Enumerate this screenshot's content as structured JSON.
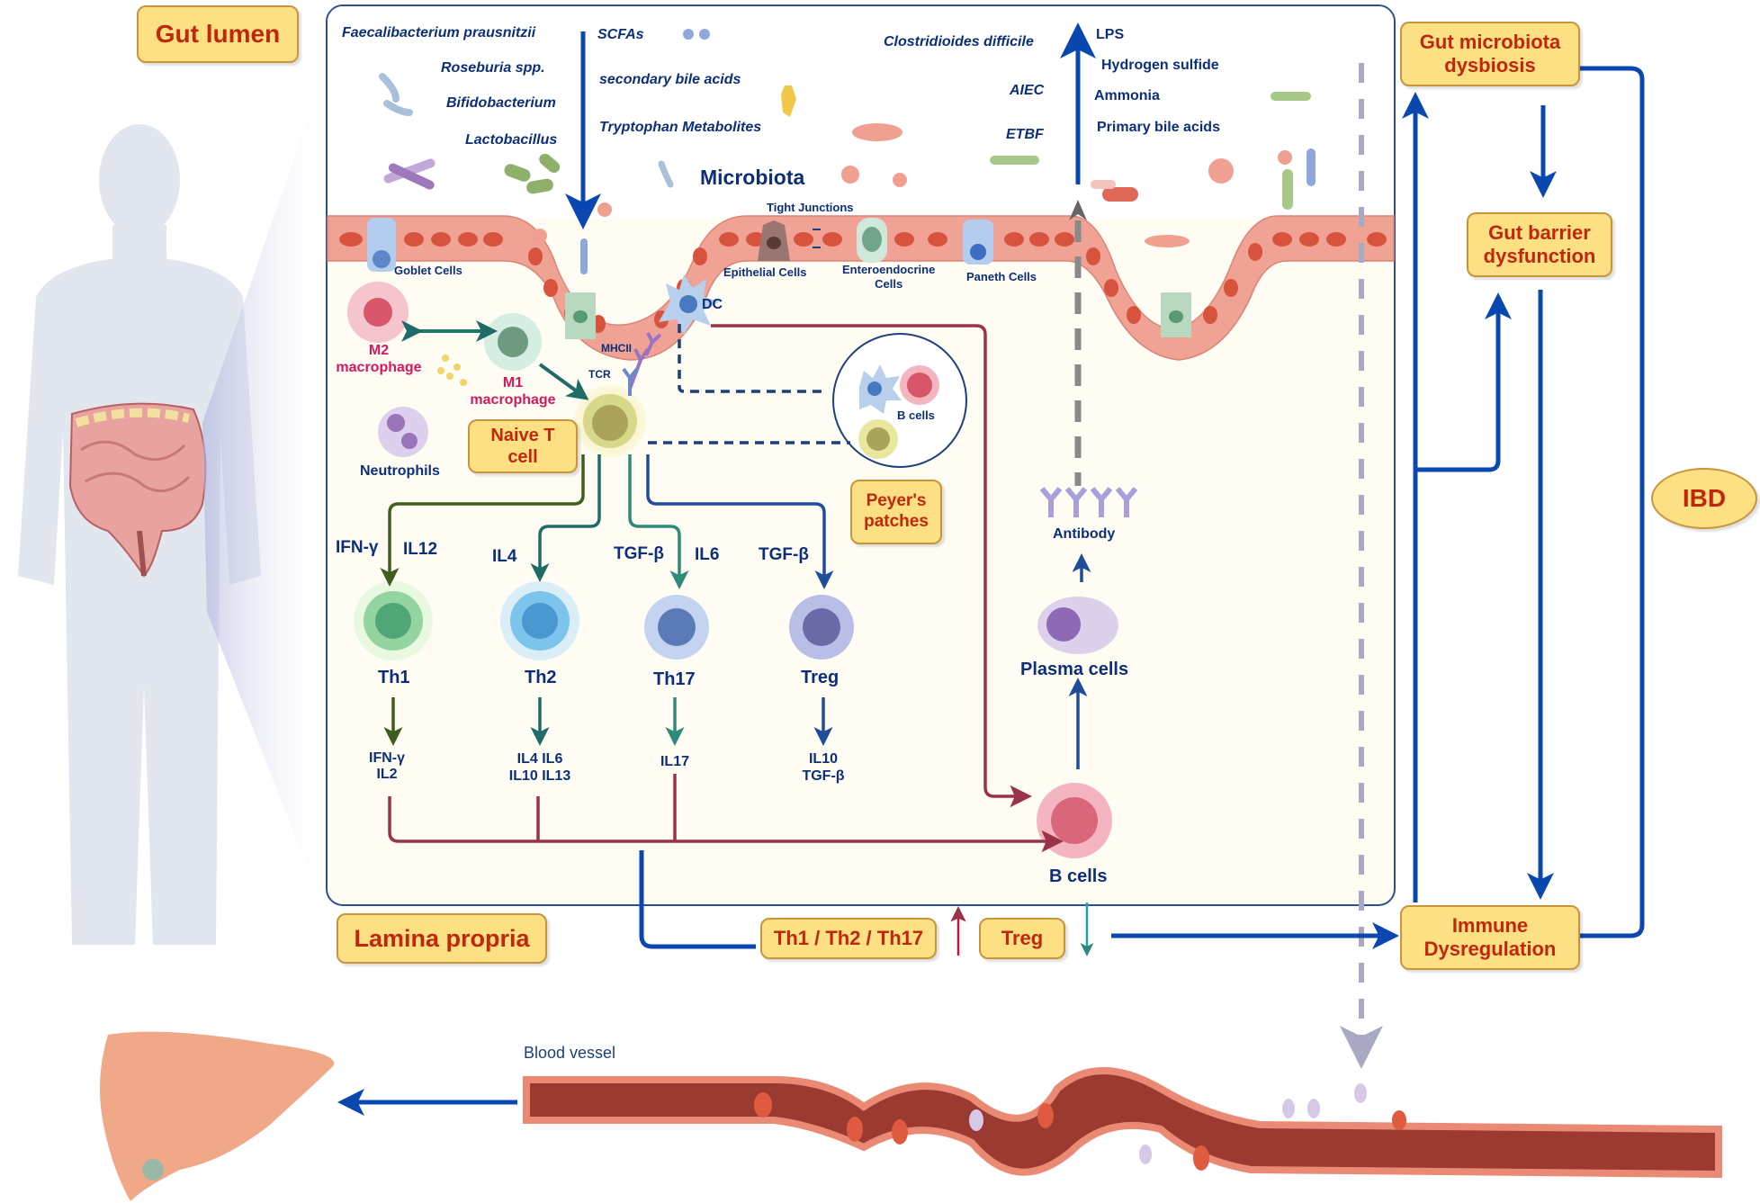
{
  "regions": {
    "gut_lumen": "Gut lumen",
    "lamina_propria": "Lamina propria",
    "microbiota": "Microbiota",
    "blood_vessel": "Blood vessel"
  },
  "beneficial_bacteria": [
    "Faecalibacterium prausnitzii",
    "Roseburia spp.",
    "Bifidobacterium",
    "Lactobacillus"
  ],
  "beneficial_metabolites": [
    "SCFAs",
    "secondary bile acids",
    "Tryptophan Metabolites"
  ],
  "pathogenic_bacteria": [
    "Clostridioides difficile",
    "AIEC",
    "ETBF"
  ],
  "harmful_metabolites": [
    "LPS",
    "Hydrogen sulfide",
    "Ammonia",
    "Primary bile acids"
  ],
  "epithelium": {
    "goblet": "Goblet Cells",
    "tight_junctions": "Tight Junctions",
    "epithelial": "Epithelial Cells",
    "enteroendocrine": "Enteroendocrine Cells",
    "enteroendocrine_line1": "Enteroendocrine",
    "enteroendocrine_line2": "Cells",
    "paneth": "Paneth Cells"
  },
  "immune": {
    "dc": "DC",
    "mhcii": "MHCII",
    "tcr": "TCR",
    "m2_line1": "M2",
    "m2_line2": "macrophage",
    "m1_line1": "M1",
    "m1_line2": "macrophage",
    "neutrophils": "Neutrophils",
    "naive_t_line1": "Naive T",
    "naive_t_line2": "cell",
    "peyers_line1": "Peyer's",
    "peyers_line2": "patches",
    "peyers_b_cells": "B cells",
    "antibody": "Antibody",
    "plasma_cells": "Plasma cells",
    "b_cells": "B cells"
  },
  "differentiation": [
    {
      "name": "Th1",
      "inducers": [
        "IFN-γ",
        "IL12"
      ],
      "products": [
        "IFN-γ",
        "IL2"
      ],
      "color": "#3f5e1e"
    },
    {
      "name": "Th2",
      "inducers": [
        "IL4"
      ],
      "products": [
        "IL4 IL6",
        "IL10 IL13"
      ],
      "color": "#1f6b66"
    },
    {
      "name": "Th17",
      "inducers": [
        "TGF-β",
        "IL6"
      ],
      "products": [
        "IL17"
      ],
      "color": "#2f8a7a"
    },
    {
      "name": "Treg",
      "inducers": [
        "TGF-β"
      ],
      "products": [
        "IL10",
        "TGF-β"
      ],
      "color": "#1f4d9a"
    }
  ],
  "balance": {
    "effector": "Th1 / Th2 / Th17",
    "regulatory": "Treg",
    "effector_trend": "up",
    "regulatory_trend": "down"
  },
  "cycle": {
    "dysbiosis_line1": "Gut microbiota",
    "dysbiosis_line2": "dysbiosis",
    "barrier_line1": "Gut barrier",
    "barrier_line2": "dysfunction",
    "immune_line1": "Immune",
    "immune_line2": "Dysregulation",
    "disease": "IBD"
  },
  "colors": {
    "label_fill": "#fddf84",
    "label_text": "#c0280c",
    "arrow_blue": "#0b47b0",
    "text_navy": "#0d2f7a",
    "b_cell_arrow": "#9a3348",
    "macrophage_text": "#d3185b"
  }
}
